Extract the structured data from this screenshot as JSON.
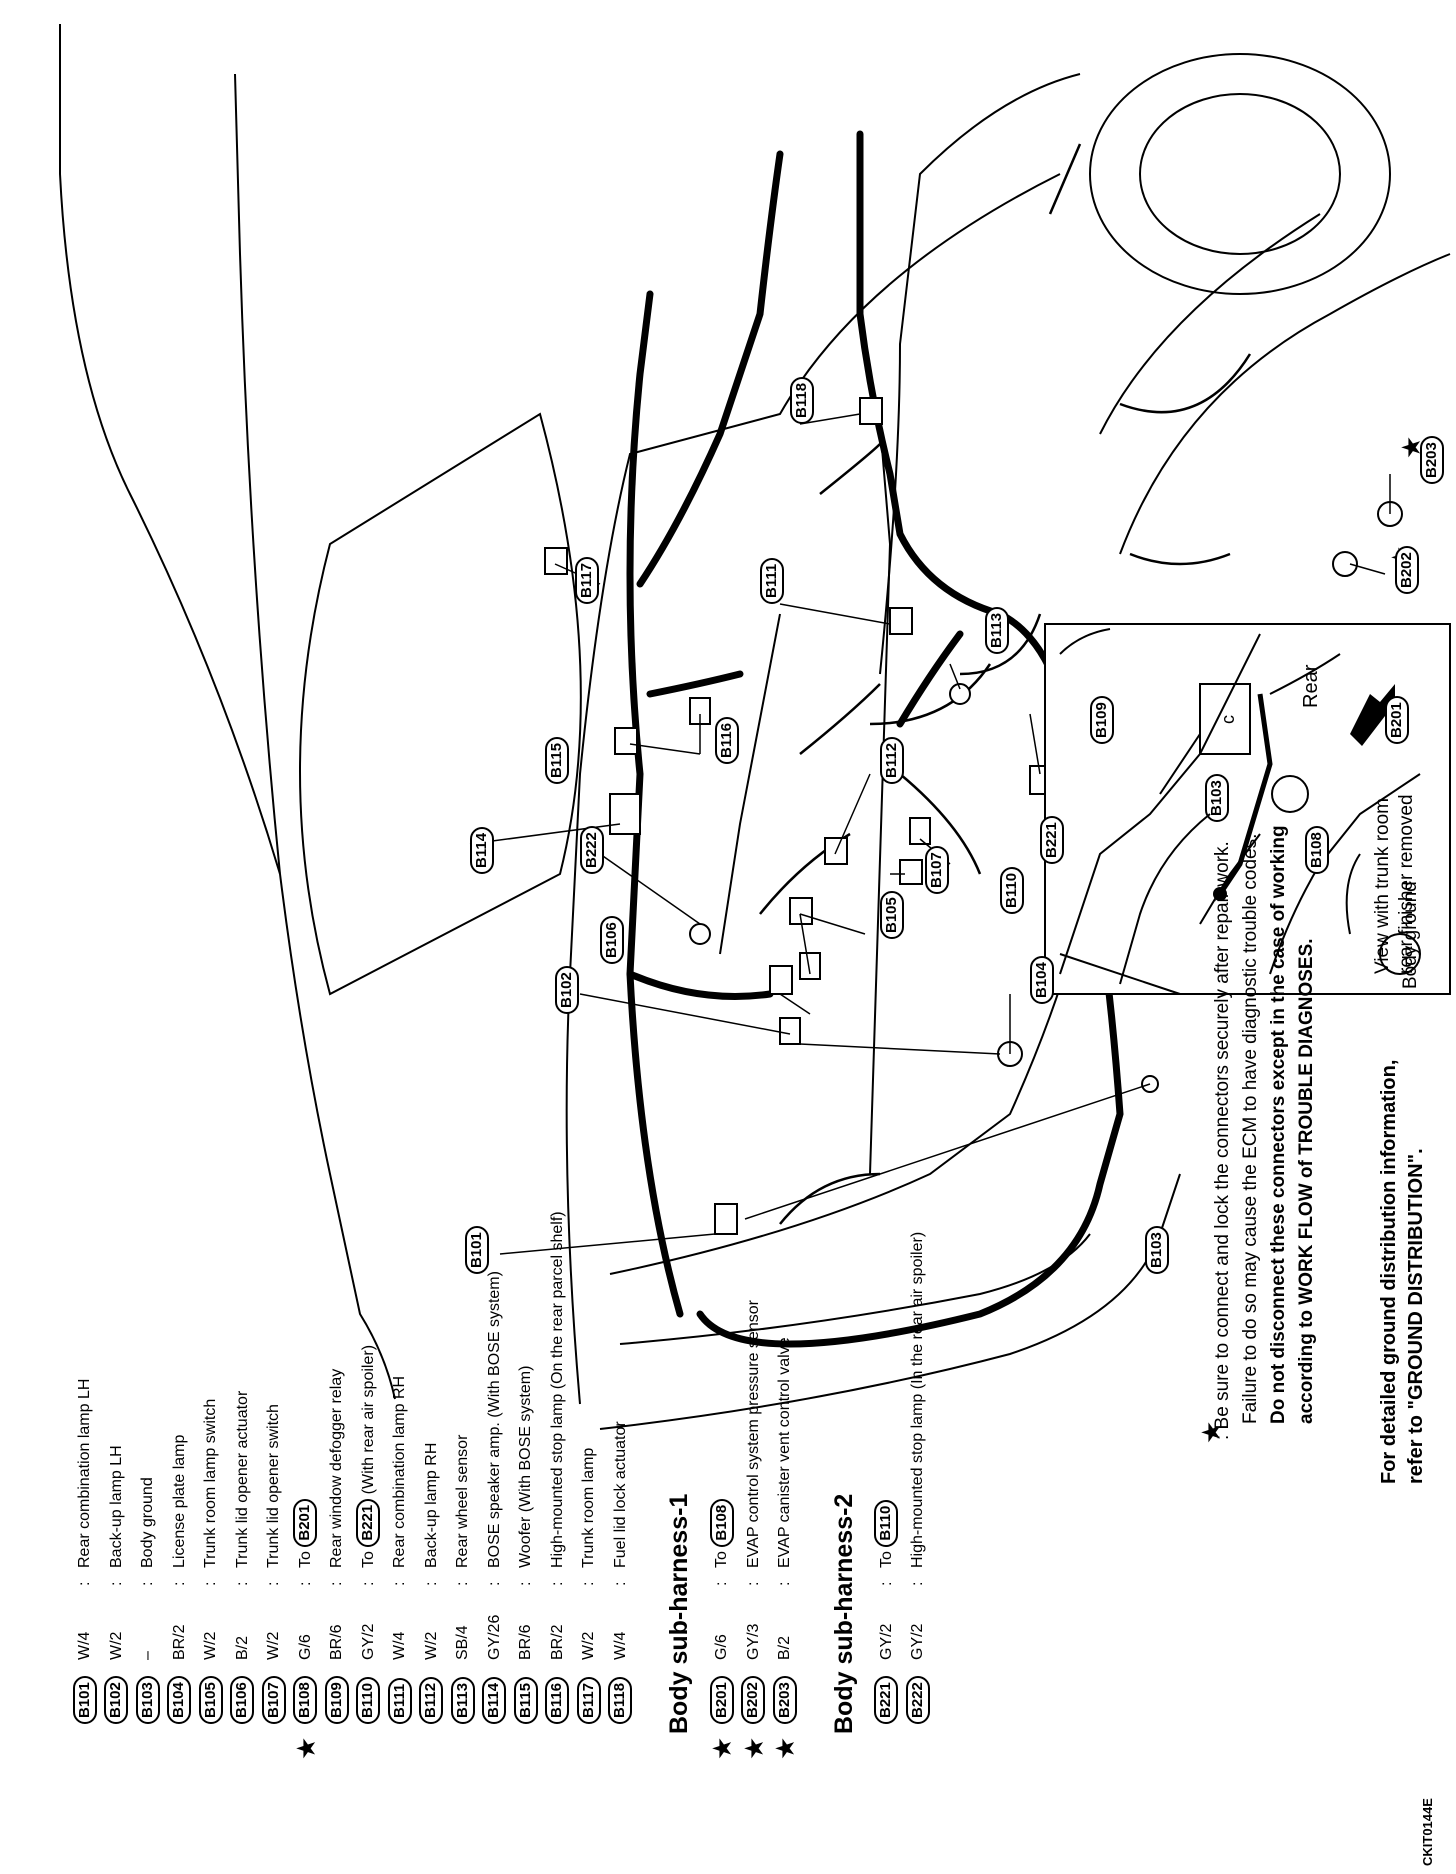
{
  "connectors": [
    {
      "id": "B101",
      "color": "W/4",
      "desc": "Rear combination lamp LH",
      "star": false
    },
    {
      "id": "B102",
      "color": "W/2",
      "desc": "Back-up lamp LH",
      "star": false
    },
    {
      "id": "B103",
      "color": "–",
      "desc": "Body ground",
      "star": false
    },
    {
      "id": "B104",
      "color": "BR/2",
      "desc": "License plate lamp",
      "star": false
    },
    {
      "id": "B105",
      "color": "W/2",
      "desc": "Trunk room lamp switch",
      "star": false
    },
    {
      "id": "B106",
      "color": "B/2",
      "desc": "Trunk lid opener actuator",
      "star": false
    },
    {
      "id": "B107",
      "color": "W/2",
      "desc": "Trunk lid opener switch",
      "star": false
    },
    {
      "id": "B108",
      "color": "G/6",
      "desc": "To",
      "ref": "B201",
      "star": true
    },
    {
      "id": "B109",
      "color": "BR/6",
      "desc": "Rear window defogger relay",
      "star": false
    },
    {
      "id": "B110",
      "color": "GY/2",
      "desc": "To",
      "ref": "B221",
      "suffix": "(With rear air spoiler)",
      "star": false
    },
    {
      "id": "B111",
      "color": "W/4",
      "desc": "Rear combination lamp RH",
      "star": false
    },
    {
      "id": "B112",
      "color": "W/2",
      "desc": "Back-up lamp RH",
      "star": false
    },
    {
      "id": "B113",
      "color": "SB/4",
      "desc": "Rear wheel sensor",
      "star": false
    },
    {
      "id": "B114",
      "color": "GY/26",
      "desc": "BOSE speaker amp. (With BOSE system)",
      "star": false
    },
    {
      "id": "B115",
      "color": "BR/6",
      "desc": "Woofer (With BOSE system)",
      "star": false
    },
    {
      "id": "B116",
      "color": "BR/2",
      "desc": "High-mounted stop lamp (On the rear parcel shelf)",
      "star": false
    },
    {
      "id": "B117",
      "color": "W/2",
      "desc": "Trunk room lamp",
      "star": false
    },
    {
      "id": "B118",
      "color": "W/4",
      "desc": "Fuel lid lock actuator",
      "star": false
    }
  ],
  "sub1": {
    "title": "Body sub-harness-1",
    "items": [
      {
        "id": "B201",
        "color": "G/6",
        "desc": "To",
        "ref": "B108",
        "star": true
      },
      {
        "id": "B202",
        "color": "GY/3",
        "desc": "EVAP control system pressure sensor",
        "star": true
      },
      {
        "id": "B203",
        "color": "B/2",
        "desc": "EVAP canister vent control valve",
        "star": true
      }
    ]
  },
  "sub2": {
    "title": "Body sub-harness-2",
    "items": [
      {
        "id": "B221",
        "color": "GY/2",
        "desc": "To",
        "ref": "B110",
        "star": false
      },
      {
        "id": "B222",
        "color": "GY/2",
        "desc": "High-mounted stop lamp (In the rear air spoiler)",
        "star": false
      }
    ]
  },
  "star_symbol": "★",
  "notes": {
    "line1": ": Be sure to connect and lock the connectors securely after repair work.",
    "line2": "Failure to do so may cause the ECM to have diagnostic trouble codes.",
    "line3": "Do not disconnect these connectors except in the case of working",
    "line4": "according to WORK FLOW of TROUBLE DIAGNOSES.",
    "ground1": "For detailed ground distribution information,",
    "ground2": "refer to \"GROUND DISTRIBUTION\"."
  },
  "inset": {
    "title": "Body ground",
    "connector": "B103",
    "rear_label": "Rear",
    "c_label": "c",
    "view1": "View with trunk room",
    "view2": "rear finisher removed"
  },
  "diagram_labels": {
    "l101": "B101",
    "l102": "B102",
    "l103": "B103",
    "l104": "B104",
    "l105": "B105",
    "l106": "B106",
    "l107": "B107",
    "l108": "B108",
    "l109": "B109",
    "l110": "B110",
    "l111": "B111",
    "l112": "B112",
    "l113": "B113",
    "l114": "B114",
    "l115": "B115",
    "l116": "B116",
    "l117": "B117",
    "l118": "B118",
    "l201": "B201",
    "l202": "B202",
    "l203": "B203",
    "l221": "B221",
    "l222": "B222"
  },
  "doc_code": "CKIT0144E"
}
